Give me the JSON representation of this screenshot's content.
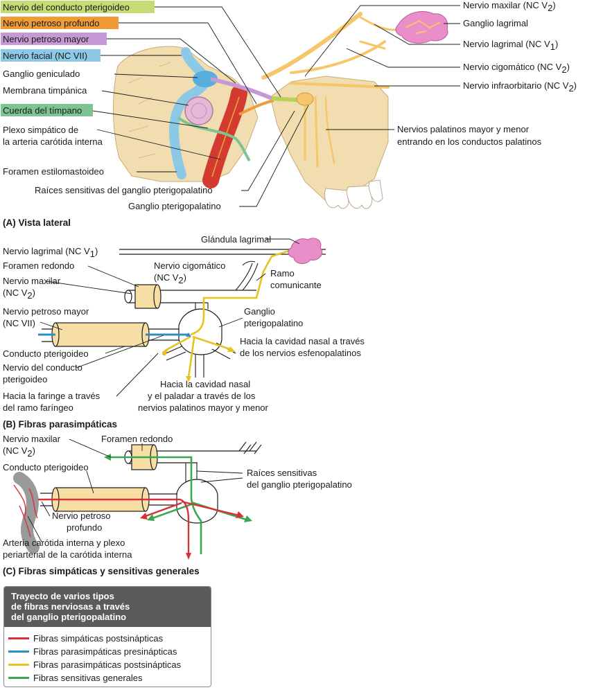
{
  "colors": {
    "sympathetic": "#d8303a",
    "preganglionic_parasympathetic": "#2c8ec8",
    "postganglionic_parasympathetic": "#e8c21e",
    "general_sensory": "#3aa651",
    "label_nerve_canal": "#c5db74",
    "label_deep_petrosal": "#ef9b38",
    "label_greater_petrosal": "#c59ad4",
    "label_facial": "#8cc9e6",
    "label_chorda": "#7dc393",
    "bone": "#f1ddb0",
    "nerve": "#f5c76a",
    "lacrimal_gland": "#e98ec8"
  },
  "panel_a": {
    "heading": "(A) Vista lateral",
    "left_labels": {
      "pterygoid_canal_nerve": "Nervio del conducto pterigoideo",
      "deep_petrosal": "Nervio petroso profundo",
      "greater_petrosal": "Nervio petroso mayor",
      "facial": "Nervio facial (NC VII)",
      "geniculate": "Ganglio geniculado",
      "tympanic": "Membrana timpánica",
      "chorda": "Cuerda del tímpano",
      "plexus_1": "Plexo simpático de",
      "plexus_2": "la arteria carótida interna",
      "stylomastoid": "Foramen estilomastoideo",
      "sensory_roots": "Raíces sensitivas del ganglio pterigopalatino",
      "ganglion": "Ganglio pterigopalatino"
    },
    "right_labels": {
      "maxillary": "Nervio maxilar (NC V",
      "maxillary_sub": "2",
      "lacrimal_gland": "Ganglio lagrimal",
      "lacrimal_nerve": "Nervio lagrimal (NC V",
      "lacrimal_nerve_sub": "1",
      "zygomatic": "Nervio cigomático (NC V",
      "zygomatic_sub": "2",
      "infraorbital": "Nervio infraorbitario (NC V",
      "infraorbital_sub": "2",
      "palatine_1": "Nervios palatinos mayor y menor",
      "palatine_2": "entrando en los conductos palatinos"
    }
  },
  "panel_b": {
    "heading": "(B) Fibras parasimpáticas",
    "labels": {
      "lacrimal_gland": "Glándula lagrimal",
      "lacrimal_nerve": "Nervio lagrimal (NC V",
      "lacrimal_nerve_sub": "1",
      "foramen": "Foramen redondo",
      "maxillary_1": "Nervio maxilar",
      "maxillary_2": "(NC V",
      "maxillary_sub": "2",
      "zygomatic_1": "Nervio cigomático",
      "zygomatic_2": "(NC V",
      "zygomatic_sub": "2",
      "communicating_1": "Ramo",
      "communicating_2": "comunicante",
      "greater_petrosal_1": "Nervio petroso mayor",
      "greater_petrosal_2": "(NC VII)",
      "ganglion_1": "Ganglio",
      "ganglion_2": "pterigopalatino",
      "nasal_1": "Hacia la cavidad nasal a través",
      "nasal_2": "de los nervios esfenopalatinos",
      "canal": "Conducto pterigoideo",
      "canal_nerve_1": "Nervio del conducto",
      "canal_nerve_2": "pterigoideo",
      "pharynx_1": "Hacia la faringe a través",
      "pharynx_2": "del ramo faríngeo",
      "palate_1": "Hacia la cavidad nasal",
      "palate_2": "y el paladar a través de los",
      "palate_3": "nervios palatinos mayor y menor"
    }
  },
  "panel_c": {
    "heading": "(C) Fibras simpáticas y sensitivas generales",
    "labels": {
      "maxillary_1": "Nervio maxilar",
      "maxillary_2": "(NC V",
      "maxillary_sub": "2",
      "foramen": "Foramen redondo",
      "canal": "Conducto pterigoideo",
      "roots_1": "Raíces sensitivas",
      "roots_2": "del ganglio pterigopalatino",
      "deep_petrosal_1": "Nervio petroso",
      "deep_petrosal_2": "profundo",
      "artery_1": "Arteria carótida interna y plexo",
      "artery_2": "periarterial de la carótida interna"
    }
  },
  "legend": {
    "title_lines": [
      "Trayecto de varios tipos",
      "de fibras nerviosas a través",
      "del ganglio pterigopalatino"
    ],
    "items": [
      {
        "label": "Fibras simpáticas postsinápticas",
        "color": "#d8303a"
      },
      {
        "label": "Fibras parasimpáticas presinápticas",
        "color": "#2c8ec8"
      },
      {
        "label": "Fibras parasimpáticas postsinápticas",
        "color": "#e8c21e"
      },
      {
        "label": "Fibras sensitivas generales",
        "color": "#3aa651"
      }
    ]
  }
}
